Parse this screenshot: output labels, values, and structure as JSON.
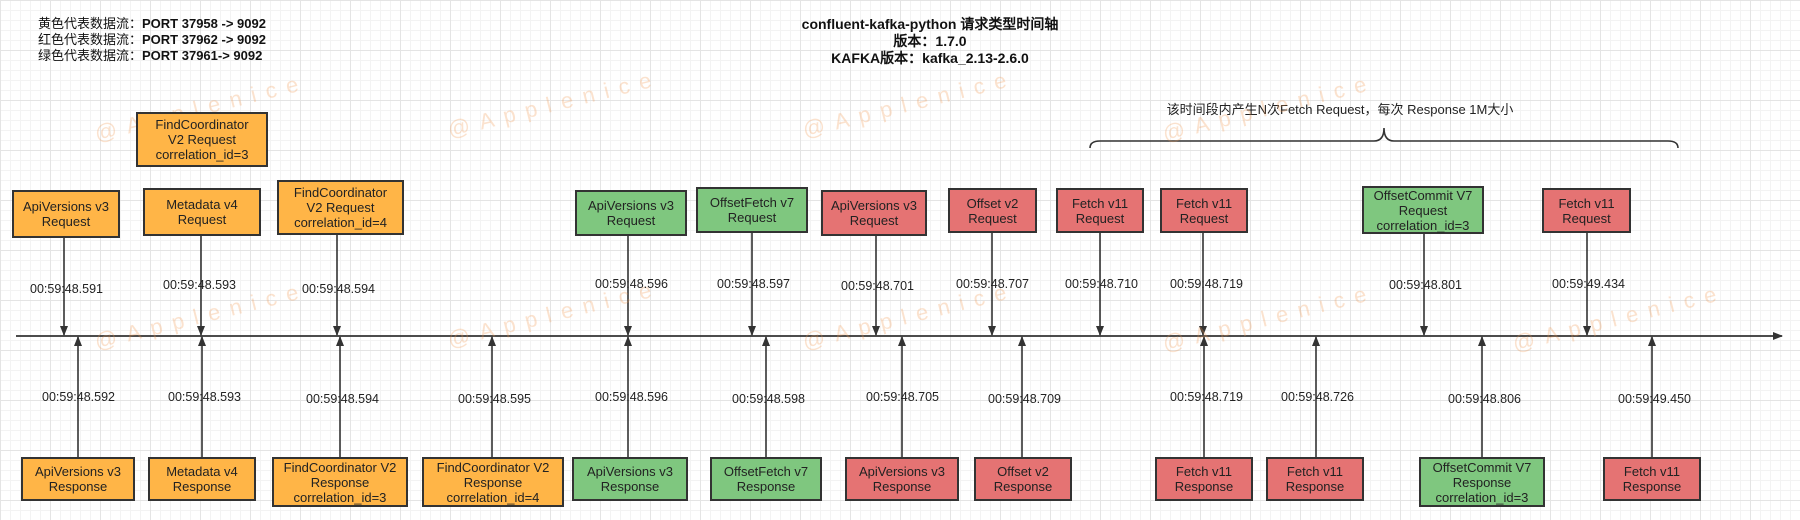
{
  "legend": {
    "lines": [
      {
        "label": "黄色代表数据流：",
        "value": "PORT 37958 -> 9092"
      },
      {
        "label": "红色代表数据流：",
        "value": "PORT 37962 -> 9092"
      },
      {
        "label": "绿色代表数据流：",
        "value": "PORT 37961-> 9092"
      }
    ]
  },
  "title": {
    "line1": "confluent-kafka-python 请求类型时间轴",
    "line2": "版本：1.7.0",
    "line3": "KAFKA版本：kafka_2.13-2.6.0"
  },
  "note": "该时间段内产生N次Fetch Request，每次 Response 1M大小",
  "watermark": "@Applenice",
  "colors": {
    "yellow": "#ffb547",
    "green": "#7fc77f",
    "red": "#e57373",
    "axis": "#333333"
  },
  "requests": [
    {
      "text": "ApiVersions v3\nRequest",
      "color": "yellow",
      "time": "00:59:48.591"
    },
    {
      "text": "Metadata v4\nRequest",
      "color": "yellow",
      "time": "00:59:48.593"
    },
    {
      "text": "FindCoordinator\nV2 Request\ncorrelation_id=3",
      "color": "yellow",
      "time": ""
    },
    {
      "text": "FindCoordinator\nV2 Request\ncorrelation_id=4",
      "color": "yellow",
      "time": "00:59:48.594"
    },
    {
      "text": "ApiVersions v3\nRequest",
      "color": "green",
      "time": "00:59:48.596"
    },
    {
      "text": "OffsetFetch v7\nRequest",
      "color": "green",
      "time": "00:59:48.597"
    },
    {
      "text": "ApiVersions v3\nRequest",
      "color": "red",
      "time": "00:59:48.701"
    },
    {
      "text": "Offset v2\nRequest",
      "color": "red",
      "time": "00:59:48.707"
    },
    {
      "text": "Fetch v11\nRequest",
      "color": "red",
      "time": "00:59:48.710"
    },
    {
      "text": "Fetch v11\nRequest",
      "color": "red",
      "time": "00:59:48.719"
    },
    {
      "text": "OffsetCommit V7\nRequest\ncorrelation_id=3",
      "color": "green",
      "time": "00:59:48.801"
    },
    {
      "text": "Fetch v11\nRequest",
      "color": "red",
      "time": "00:59:49.434"
    }
  ],
  "responses": [
    {
      "text": "ApiVersions v3\nResponse",
      "color": "yellow",
      "time": "00:59:48.592"
    },
    {
      "text": "Metadata v4\nResponse",
      "color": "yellow",
      "time": "00:59:48.593"
    },
    {
      "text": "FindCoordinator  V2\nResponse\ncorrelation_id=3",
      "color": "yellow",
      "time": "00:59:48.594"
    },
    {
      "text": "FindCoordinator  V2\nResponse\ncorrelation_id=4",
      "color": "yellow",
      "time": "00:59:48.595"
    },
    {
      "text": "ApiVersions v3\nResponse",
      "color": "green",
      "time": "00:59:48.596"
    },
    {
      "text": "OffsetFetch v7\nResponse",
      "color": "green",
      "time": "00:59:48.598"
    },
    {
      "text": "ApiVersions v3\nResponse",
      "color": "red",
      "time": "00:59:48.705"
    },
    {
      "text": "Offset v2\nResponse",
      "color": "red",
      "time": "00:59:48.709"
    },
    {
      "text": "Fetch v11\nResponse",
      "color": "red",
      "time": "00:59:48.719"
    },
    {
      "text": "Fetch v11\nResponse",
      "color": "red",
      "time": "00:59:48.726"
    },
    {
      "text": "OffsetCommit V7\nResponse\ncorrelation_id=3",
      "color": "green",
      "time": "00:59:48.806"
    },
    {
      "text": "Fetch v11\nResponse",
      "color": "red",
      "time": "00:59:49.450"
    }
  ]
}
